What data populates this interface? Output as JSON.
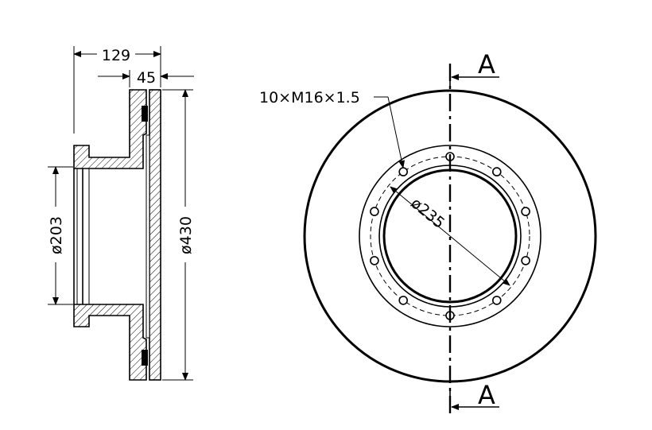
{
  "dimensions": {
    "overall_width": "129",
    "hub_width": "45",
    "bore_diameter": "ø203",
    "outer_diameter": "ø430",
    "bolt_circle": "ø235",
    "bolt_thread": "10×M16×1.5"
  },
  "section": {
    "top_label": "A",
    "bottom_label": "A"
  },
  "bolt_holes": {
    "count": 10
  }
}
